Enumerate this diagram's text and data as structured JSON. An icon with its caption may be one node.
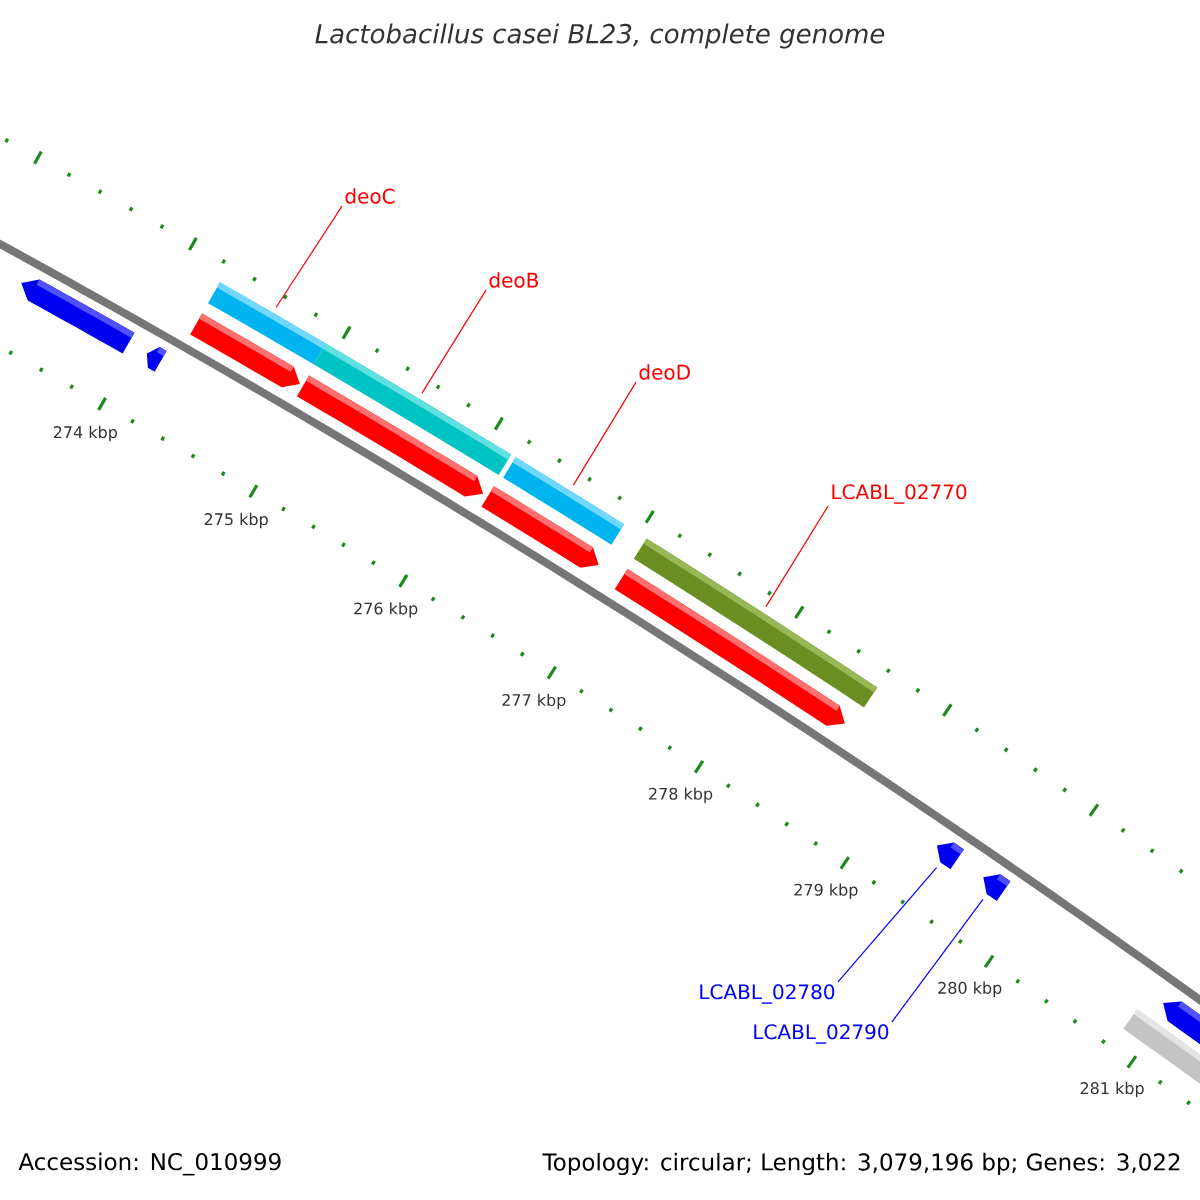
{
  "diagram": {
    "title": "Lactobacillus casei BL23, complete genome",
    "nodes": [
      {
        "text": [
          "deoC"
        ]
      },
      {
        "text": [
          "deoB"
        ]
      },
      {
        "text": [
          "deoD"
        ]
      },
      {
        "text": [
          "LCABL_02770"
        ]
      },
      {
        "text": [
          "LCABL_02780"
        ]
      },
      {
        "text": [
          "LCABL_02790"
        ]
      },
      {
        "text": [],
        "shape": "bar"
      },
      {
        "text": [],
        "shape": "bar"
      },
      {
        "text": [],
        "shape": "bar"
      },
      {
        "text": [],
        "shape": "bar"
      },
      {
        "text": [],
        "shape": "arrow"
      },
      {
        "text": [],
        "shape": "arrow"
      }
    ],
    "edges": [
      {
        "from": 0,
        "to": 6,
        "arrow": "none"
      },
      {
        "from": 1,
        "to": 7,
        "arrow": "none"
      },
      {
        "from": 2,
        "to": 8,
        "arrow": "none"
      },
      {
        "from": 3,
        "to": 9,
        "arrow": "none"
      },
      {
        "from": 4,
        "to": 10,
        "arrow": "none",
        "color": "#0000ff"
      },
      {
        "from": 5,
        "to": 11,
        "arrow": "none",
        "color": "#0000ff"
      }
    ],
    "labels": [
      "274 kbp",
      "275 kbp",
      "276 kbp",
      "277 kbp",
      "278 kbp",
      "279 kbp",
      "280 kbp",
      "281 kbp",
      "Accession: NC_010999",
      "Topology: circular; Length: 3,079,196 bp; Genes: 3,022"
    ]
  }
}
